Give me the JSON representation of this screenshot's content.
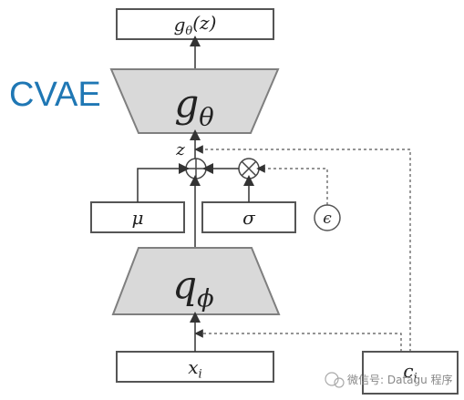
{
  "diagram": {
    "title": "CVAE",
    "output_box_label": "gθ(z)",
    "decoder_label": "gθ",
    "latent_label": "z",
    "mu_label": "μ",
    "sigma_label": "σ",
    "epsilon_label": "ϵ",
    "encoder_label": "qϕ",
    "input_x_label": "xi",
    "input_c_label": "ci",
    "add_op": "⊕",
    "mul_op": "⊗"
  },
  "watermark": {
    "text": "微信号: Datagu 程序"
  },
  "colors": {
    "title": "#1f77b4",
    "box_border": "#555555",
    "trapezoid_fill": "#d9d9d9",
    "trapezoid_stroke": "#7f7f7f",
    "line": "#333333",
    "dotted_line": "#555555"
  }
}
